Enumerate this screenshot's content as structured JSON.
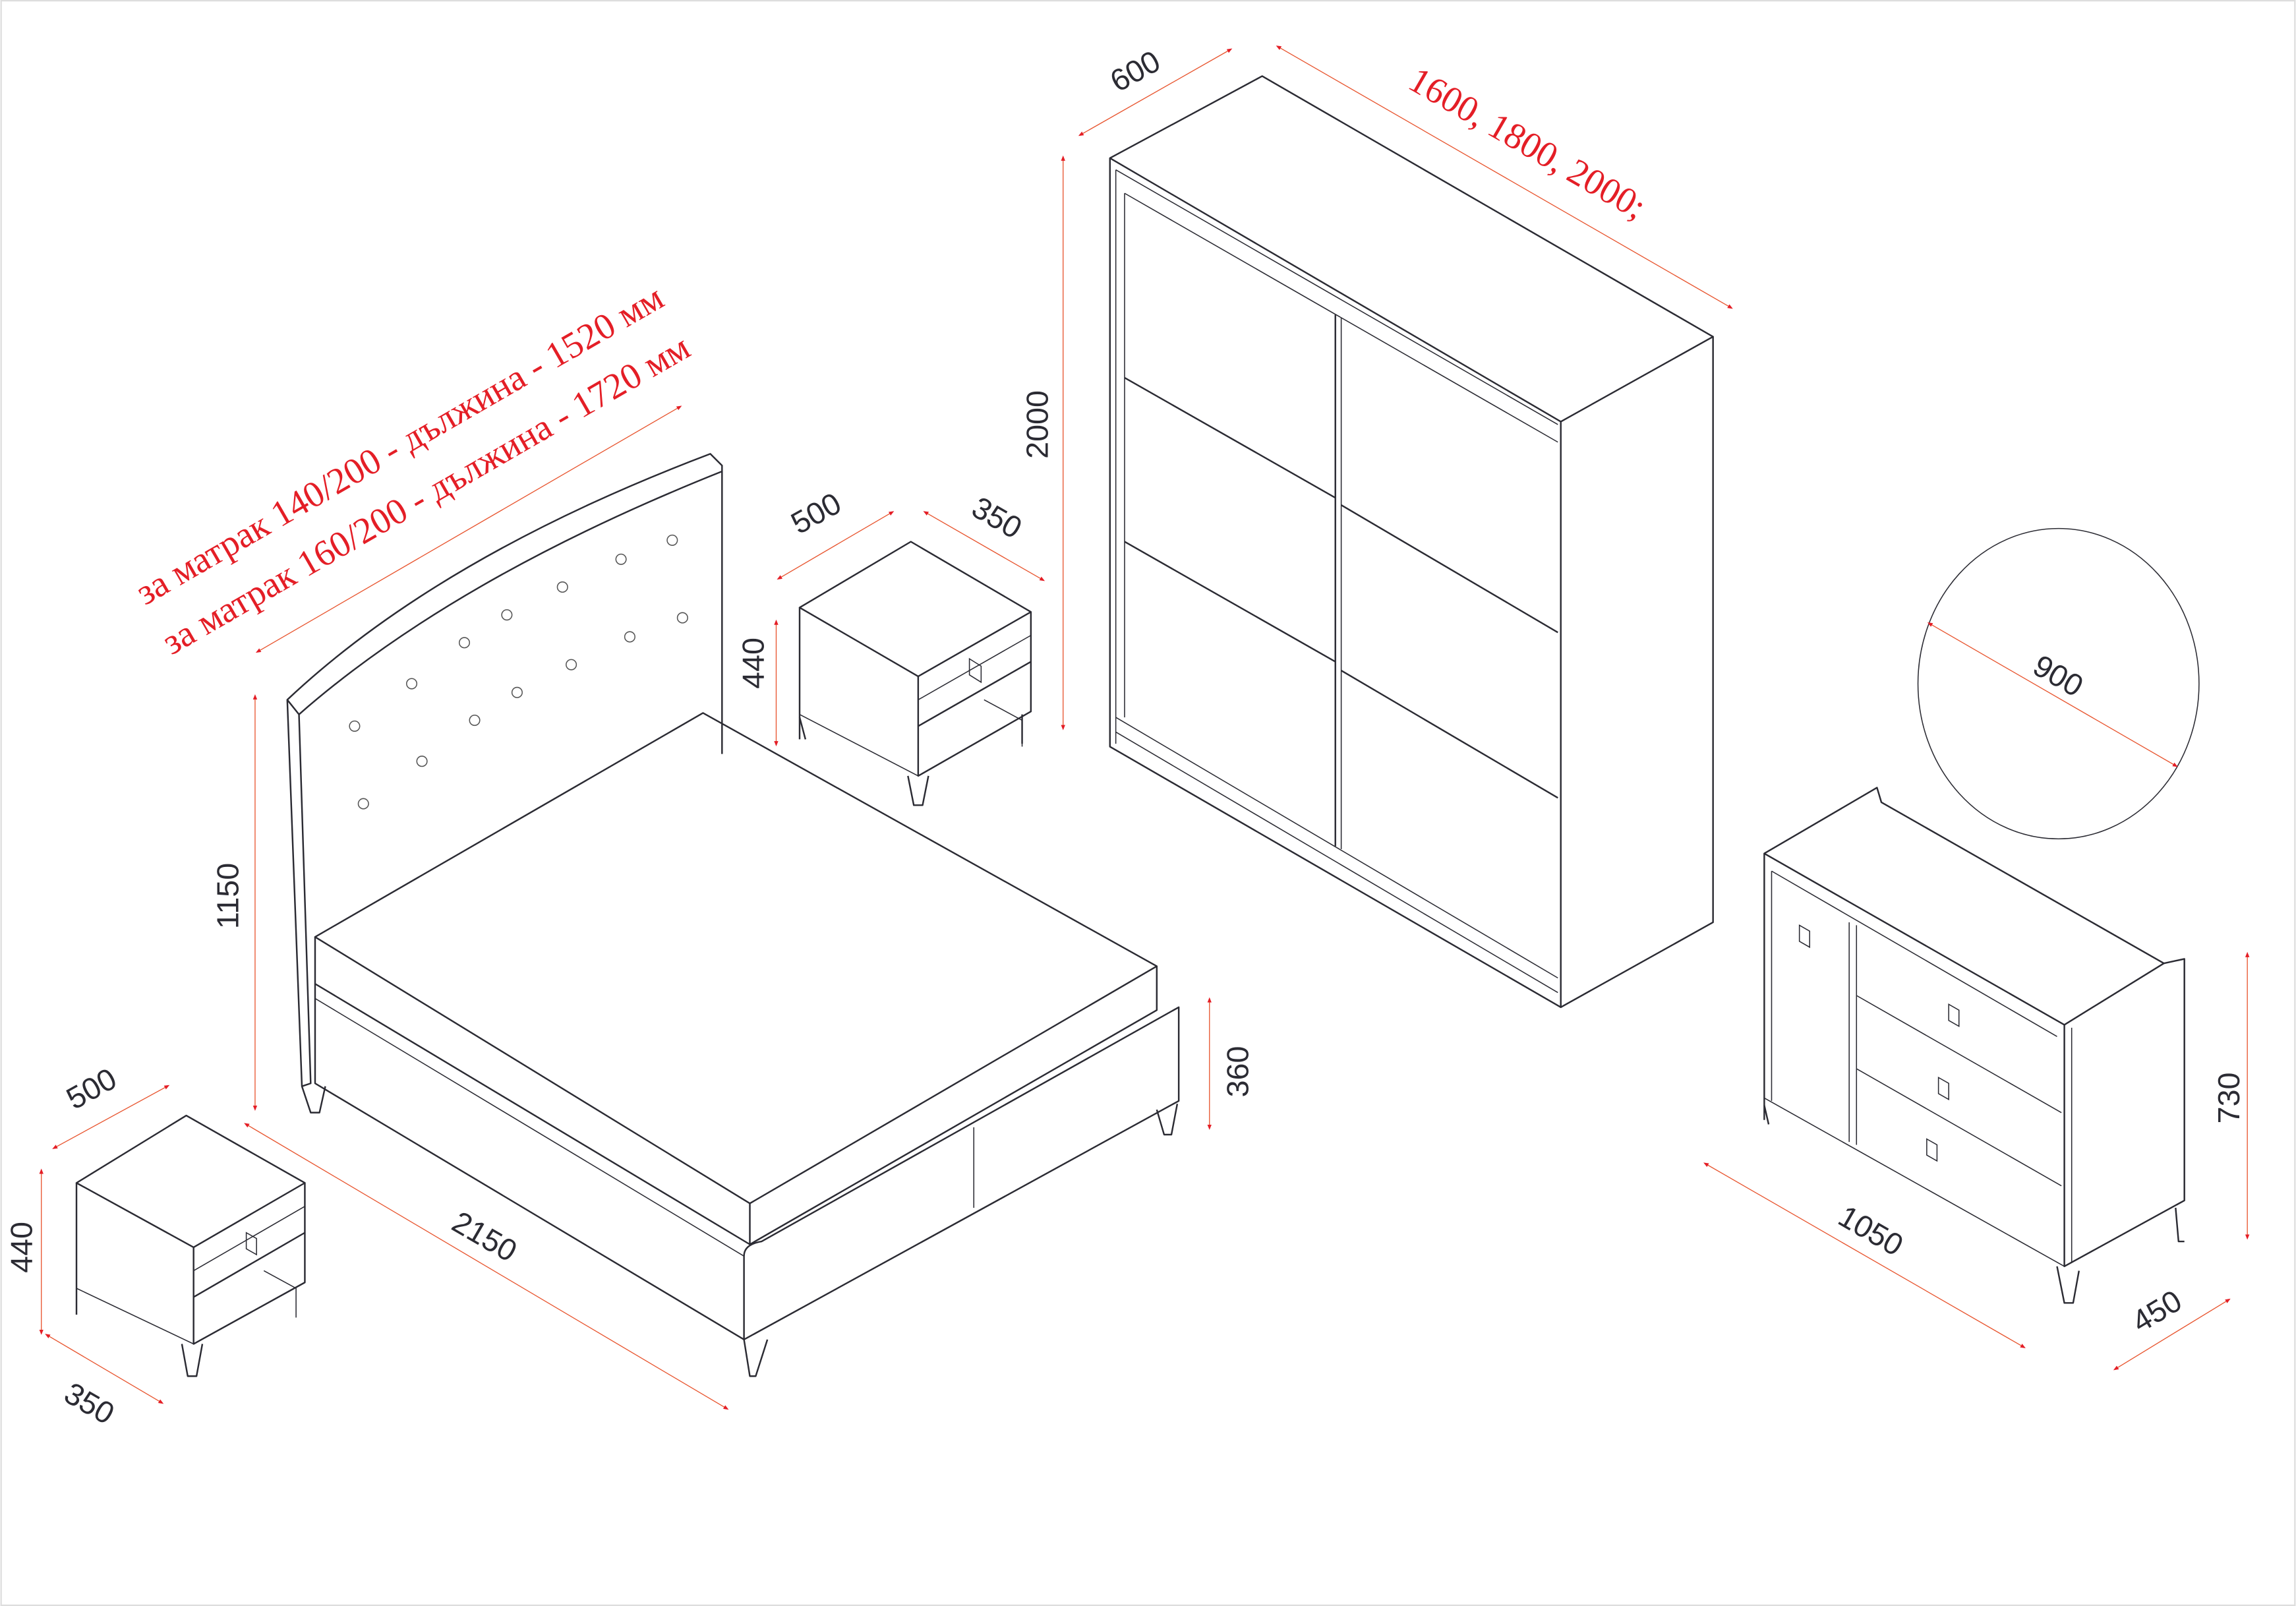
{
  "colors": {
    "outline": "#2b2b33",
    "dimension_line": "#e8552f",
    "red_text": "#e41e26",
    "text": "#2b2b33"
  },
  "wardrobe": {
    "depth": "600",
    "widths": "1600, 1800, 2000;",
    "height": "2000"
  },
  "nightstand_top": {
    "width": "500",
    "depth": "350",
    "height": "440"
  },
  "nightstand_bottom": {
    "width": "500",
    "depth": "350",
    "height": "440"
  },
  "mirror": {
    "diameter": "900"
  },
  "bed": {
    "note_140": "за матрак 140/200 - дължина - 1520 мм",
    "note_160": "за матрак 160/200 - дължина - 1720 мм",
    "headboard_height": "1150",
    "base_height": "360",
    "length": "2150"
  },
  "dresser": {
    "width": "1050",
    "depth": "450",
    "height": "730"
  }
}
